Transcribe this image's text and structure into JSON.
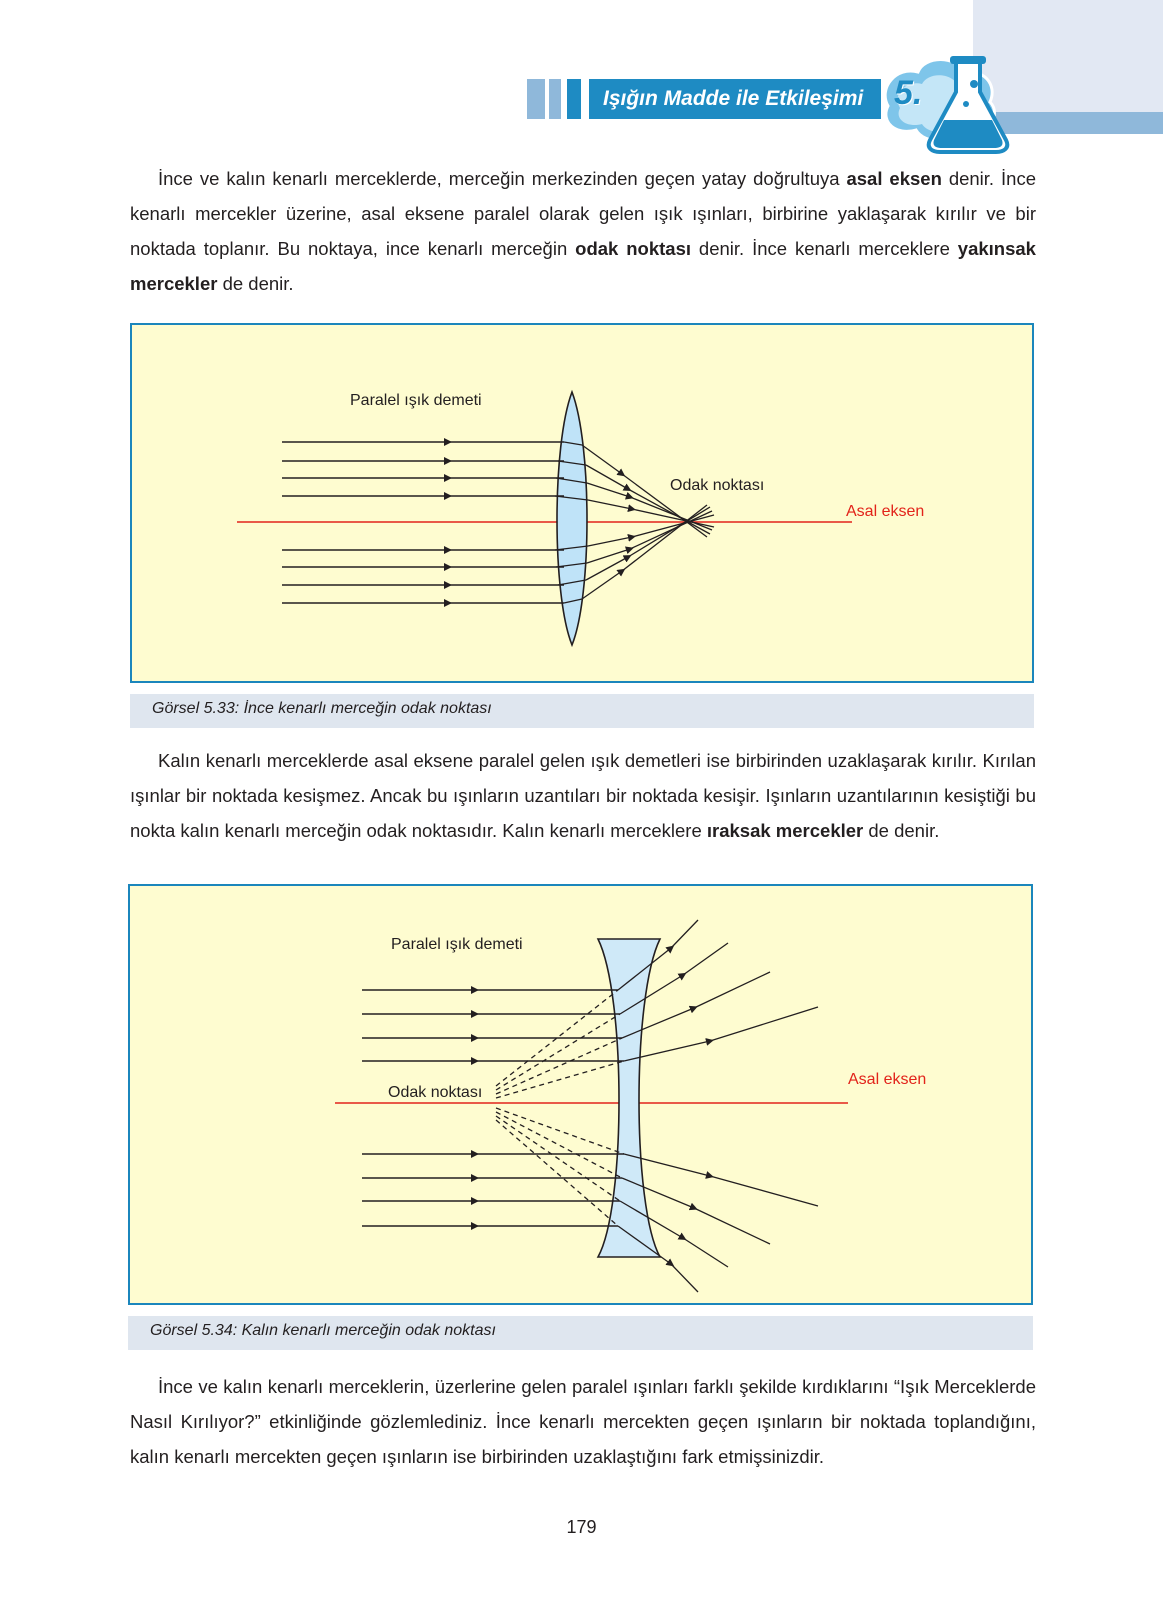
{
  "header": {
    "title": "Işığın Madde ile Etkileşimi",
    "unit_number": "5.",
    "unit_icon": "flask-icon",
    "accent_color": "#1e8bc3",
    "band_color": "#8fb8da"
  },
  "para1": {
    "s1": "İnce ve kalın kenarlı merceklerde, merceğin merkezinden geçen yatay doğrultuya ",
    "b1": "asal eksen",
    "s2": " denir. İnce kenarlı mercekler üzerine, asal eksene paralel olarak gelen ışık ışınları, birbirine yaklaşarak kırılır ve bir noktada toplanır. Bu noktaya, ince kenarlı merceğin ",
    "b2": "odak noktası",
    "s3": " denir. İnce kenarlı merceklere ",
    "b3": "yakınsak mercekler",
    "s4": " de denir."
  },
  "figure1": {
    "label_beam": "Paralel ışık demeti",
    "label_focus": "Odak noktası",
    "label_axis": "Asal eksen",
    "caption": "Görsel 5.33: İnce kenarlı merceğin odak noktası"
  },
  "para2": {
    "s1": "Kalın kenarlı merceklerde asal eksene paralel gelen ışık demetleri ise birbirinden uzaklaşarak kırılır. Kırılan ışınlar bir noktada kesişmez. Ancak bu ışınların uzantıları bir noktada kesişir. Işınların uzantılarının kesiştiği bu nokta kalın kenarlı merceğin odak noktasıdır. Kalın kenarlı merceklere ",
    "b1": "ıraksak mercekler",
    "s2": " de denir."
  },
  "figure2": {
    "label_beam": "Paralel ışık demeti",
    "label_focus": "Odak noktası",
    "label_axis": "Asal eksen",
    "caption": "Görsel 5.34: Kalın kenarlı merceğin odak noktası"
  },
  "para3": {
    "text": "İnce ve kalın kenarlı merceklerin, üzerlerine gelen paralel ışınları farklı şekilde kırdıklarını “Işık Merceklerde Nasıl Kırılıyor?” etkinliğinde gözlemlediniz. İnce kenarlı mercekten geçen ışınların bir noktada toplandığını, kalın kenarlı mercekten geçen ışınların ise birbirinden uzaklaştığını fark etmişsinizdir."
  },
  "page_number": "179"
}
